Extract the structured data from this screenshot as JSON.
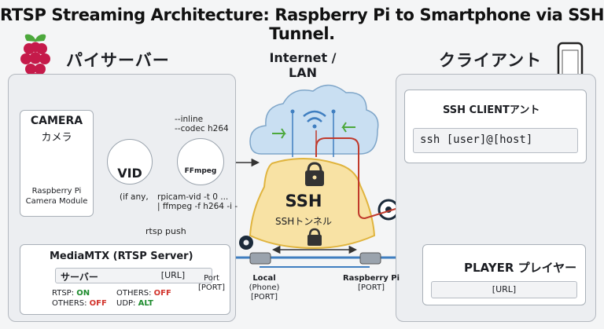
{
  "title": "RTSP Streaming Architecture: Raspberry Pi to Smartphone via SSH Tunnel.",
  "server": {
    "heading": "パイサーバー",
    "camera": {
      "title": "CAMERA",
      "title_jp": "カメラ",
      "sub1": "Raspberry Pi",
      "sub2": "Camera Module"
    },
    "vid_label": "VID",
    "ffmpeg_label": "FFmpeg",
    "encoder_opts": [
      "--inline",
      "--codec h264"
    ],
    "if_any": "(if any,",
    "command": [
      "rpicam-vid -t 0 ...",
      "| ffmpeg -f h264 -i -"
    ],
    "rtsp_push": "rtsp push",
    "mediamtx": {
      "title": "MediaMTX (RTSP Server)",
      "field_label": "サーバー",
      "field_value": "[URL]",
      "status": [
        {
          "key": "RTSP: ",
          "value": "ON",
          "state": "on"
        },
        {
          "key": "OTHERS: ",
          "value": "OFF",
          "state": "off"
        },
        {
          "key": "OTHERS: ",
          "value": "OFF",
          "state": "off"
        },
        {
          "key": "UDP: ",
          "value": "ALT",
          "state": "alt"
        }
      ]
    },
    "port_label": [
      "Port",
      "[PORT]"
    ]
  },
  "network": {
    "heading": "Internet / LAN",
    "ssh_word": "SSH",
    "ssh_tunnel": "SSHトンネル",
    "local": [
      "Local",
      "(Phone)",
      "[PORT]"
    ],
    "raspi_port": [
      "Raspberry Pi",
      "[PORT]"
    ]
  },
  "client": {
    "heading": "クライアント",
    "ssh_client": {
      "title": "SSH CLIENTアント",
      "command": "ssh [user]@[host]"
    },
    "player": {
      "title": "PLAYER プレイヤー",
      "field_value": "[URL]"
    }
  },
  "colors": {
    "flow_blue": "#3f7ec0",
    "ssh_red": "#c0392b",
    "gold": "#e0b43e",
    "tunnel_fill": "#f8e2a4",
    "cloud_fill": "#c9dff2",
    "vlc_orange": "#f07c1c"
  }
}
